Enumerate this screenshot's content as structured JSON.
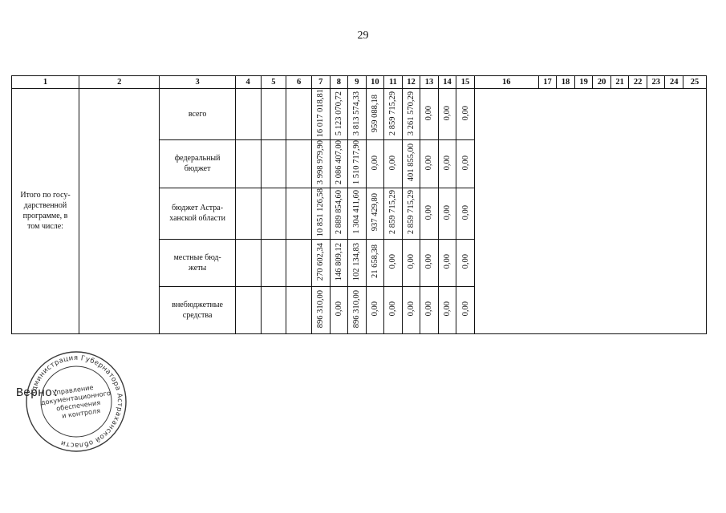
{
  "page_number": "29",
  "columns": [
    "1",
    "2",
    "3",
    "4",
    "5",
    "6",
    "7",
    "8",
    "9",
    "10",
    "11",
    "12",
    "13",
    "14",
    "15",
    "16",
    "17",
    "18",
    "19",
    "20",
    "21",
    "22",
    "23",
    "24",
    "25"
  ],
  "row_group_label": "Итого по госу-\nдарственной\nпрограмме, в\nтом числе:",
  "rows": [
    {
      "label": "всего",
      "values": [
        "16 017 018,81",
        "5 123 070,72",
        "3 813 574,33",
        "959 088,18",
        "2 859 715,29",
        "3 261 570,29",
        "0,00",
        "0,00",
        "0,00"
      ]
    },
    {
      "label": "федеральный\nбюджет",
      "values": [
        "3 998 979,90",
        "2 086 407,00",
        "1 510 717,90",
        "0,00",
        "0,00",
        "401 855,00",
        "0,00",
        "0,00",
        "0,00"
      ]
    },
    {
      "label": "бюджет Астра-\nханской области",
      "values": [
        "10 851 126,58",
        "2 889 854,60",
        "1 304 411,60",
        "937 429,80",
        "2 859 715,29",
        "2 859 715,29",
        "0,00",
        "0,00",
        "0,00"
      ]
    },
    {
      "label": "местные бюд-\nжеты",
      "values": [
        "270 602,34",
        "146 809,12",
        "102 134,83",
        "21 658,38",
        "0,00",
        "0,00",
        "0,00",
        "0,00",
        "0,00"
      ]
    },
    {
      "label": "внебюджетные\nсредства",
      "values": [
        "896 310,00",
        "0,00",
        "896 310,00",
        "0,00",
        "0,00",
        "0,00",
        "0,00",
        "0,00",
        "0,00"
      ]
    }
  ],
  "stamp": {
    "outer_text": "Администрация Губернатора Астраханской области",
    "inner_lines": [
      "Управление",
      "документационного",
      "обеспечения",
      "и контроля"
    ]
  },
  "certification_text": "Верно:"
}
